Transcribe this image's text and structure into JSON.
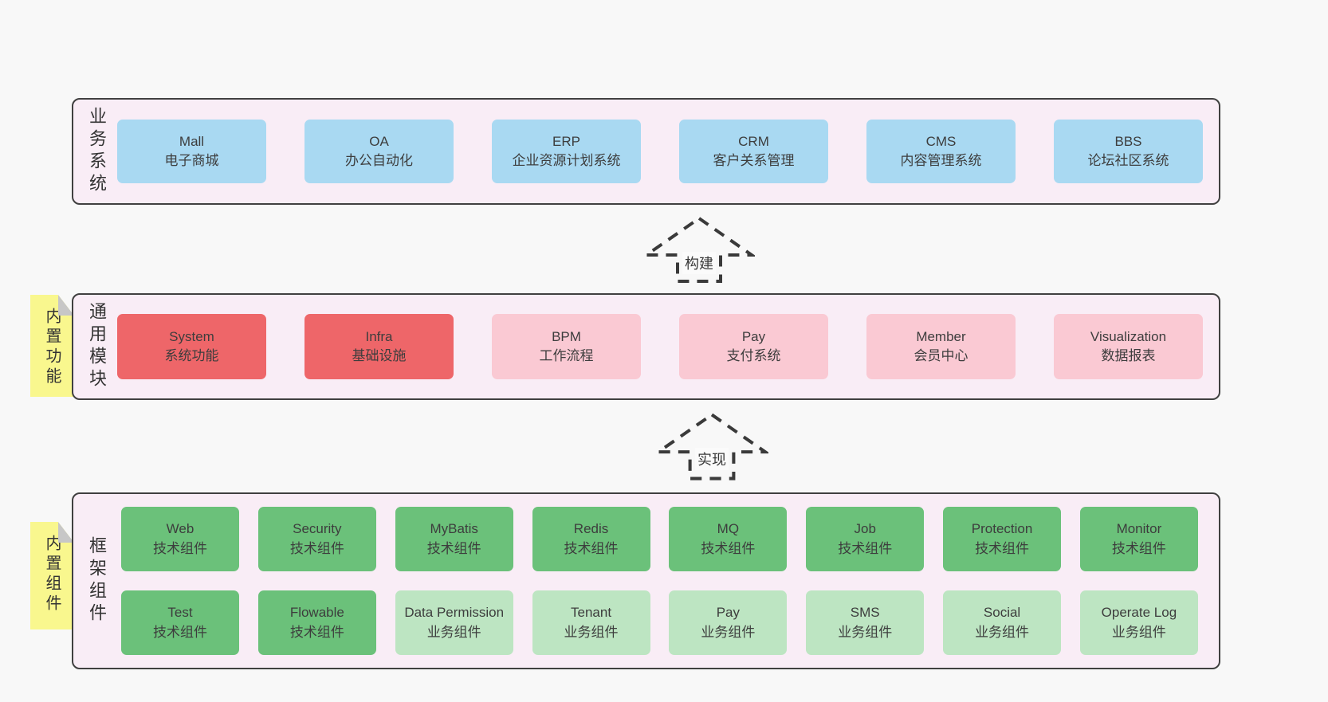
{
  "bands": [
    {
      "label": "业务系统",
      "boxes": [
        {
          "name": "Mall",
          "desc": "电子商城"
        },
        {
          "name": "OA",
          "desc": "办公自动化"
        },
        {
          "name": "ERP",
          "desc": "企业资源计划系统"
        },
        {
          "name": "CRM",
          "desc": "客户关系管理"
        },
        {
          "name": "CMS",
          "desc": "内容管理系统"
        },
        {
          "name": "BBS",
          "desc": "论坛社区系统"
        }
      ]
    },
    {
      "label": "通用模块",
      "note": "内置功能",
      "boxes": [
        {
          "name": "System",
          "desc": "系统功能"
        },
        {
          "name": "Infra",
          "desc": "基础设施"
        },
        {
          "name": "BPM",
          "desc": "工作流程"
        },
        {
          "name": "Pay",
          "desc": "支付系统"
        },
        {
          "name": "Member",
          "desc": "会员中心"
        },
        {
          "name": "Visualization",
          "desc": "数据报表"
        }
      ]
    },
    {
      "label": "框架组件",
      "note": "内置组件",
      "row1": [
        {
          "name": "Web",
          "desc": "技术组件"
        },
        {
          "name": "Security",
          "desc": "技术组件"
        },
        {
          "name": "MyBatis",
          "desc": "技术组件"
        },
        {
          "name": "Redis",
          "desc": "技术组件"
        },
        {
          "name": "MQ",
          "desc": "技术组件"
        },
        {
          "name": "Job",
          "desc": "技术组件"
        },
        {
          "name": "Protection",
          "desc": "技术组件"
        },
        {
          "name": "Monitor",
          "desc": "技术组件"
        }
      ],
      "row2": [
        {
          "name": "Test",
          "desc": "技术组件"
        },
        {
          "name": "Flowable",
          "desc": "技术组件"
        },
        {
          "name": "Data Permission",
          "desc": "业务组件"
        },
        {
          "name": "Tenant",
          "desc": "业务组件"
        },
        {
          "name": "Pay",
          "desc": "业务组件"
        },
        {
          "name": "SMS",
          "desc": "业务组件"
        },
        {
          "name": "Social",
          "desc": "业务组件"
        },
        {
          "name": "Operate Log",
          "desc": "业务组件"
        }
      ]
    }
  ],
  "arrows": [
    {
      "label": "构建"
    },
    {
      "label": "实现"
    }
  ],
  "colors": {
    "page_bg": "#f8f8f8",
    "band_bg": "#f9edf6",
    "band_border": "#404040",
    "business_box": "#a9d9f2",
    "core_module_box": "#ee6669",
    "module_box": "#fac9d3",
    "tech_component_box": "#6bc17a",
    "biz_component_box": "#bde5c2",
    "sticky_note": "#f9f78e",
    "note_fold": "#c7c7c7",
    "text": "#3d3d3d"
  }
}
